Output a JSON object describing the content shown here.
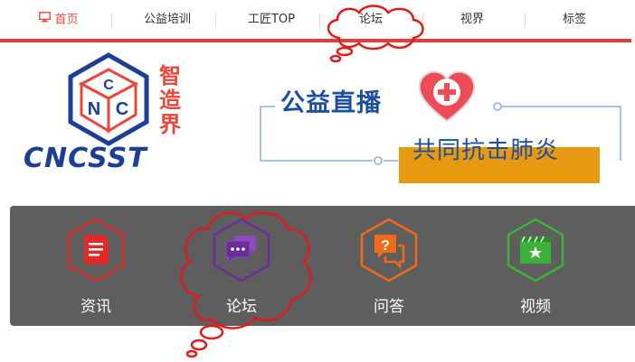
{
  "nav": {
    "items": [
      {
        "label": "首页",
        "active": true,
        "icon": "monitor-icon"
      },
      {
        "label": "公益培训",
        "active": false
      },
      {
        "label": "工匠TOP",
        "active": false
      },
      {
        "label": "论坛",
        "active": false
      },
      {
        "label": "视界",
        "active": false
      },
      {
        "label": "标签",
        "active": false
      }
    ],
    "accent_color": "#e83a3a"
  },
  "logo": {
    "cn_text": "智造界",
    "en_text": "CNCSST",
    "letters": [
      "C",
      "N",
      "C"
    ],
    "brand_color": "#1b3f94"
  },
  "banner": {
    "title": "公益直播",
    "subtitle": "共同抗击肺炎",
    "icon": "heart-plus-icon"
  },
  "features": [
    {
      "label": "资讯",
      "icon": "news-icon",
      "color": "#e02a2a"
    },
    {
      "label": "论坛",
      "icon": "chat-icon",
      "color": "#6a2d9a"
    },
    {
      "label": "问答",
      "icon": "question-icon",
      "color": "#f06a1a"
    },
    {
      "label": "视频",
      "icon": "video-icon",
      "color": "#3cb23a"
    }
  ]
}
